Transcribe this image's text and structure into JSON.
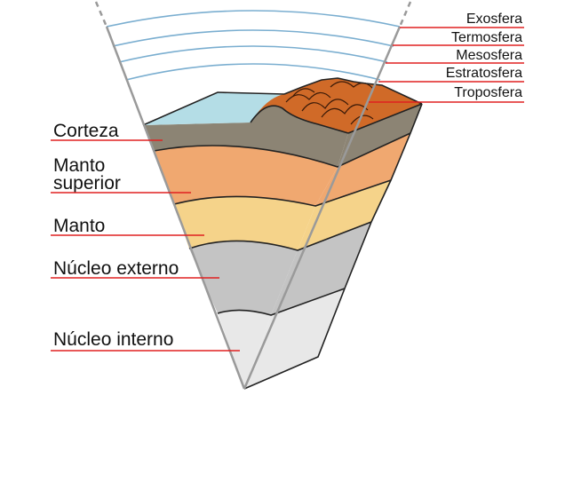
{
  "atmosphere_layers": [
    {
      "label": "Exosfera"
    },
    {
      "label": "Termosfera"
    },
    {
      "label": "Mesosfera"
    },
    {
      "label": "Estratosfera"
    },
    {
      "label": "Troposfera"
    }
  ],
  "earth_layers": [
    {
      "label_line1": "Corteza",
      "label_line2": "",
      "color": "#8c8474"
    },
    {
      "label_line1": "Manto",
      "label_line2": "superior",
      "color": "#f0a870"
    },
    {
      "label_line1": "Manto",
      "label_line2": "",
      "color": "#f5d38a"
    },
    {
      "label_line1": "Núcleo externo",
      "label_line2": "",
      "color": "#c4c4c4"
    },
    {
      "label_line1": "Núcleo interno",
      "label_line2": "",
      "color": "#e8e8e8"
    }
  ],
  "colors": {
    "leader_line": "#e02020",
    "atmosphere_line": "#7aaed0",
    "ocean": "#b4dde6",
    "mountain": "#d06a28"
  }
}
